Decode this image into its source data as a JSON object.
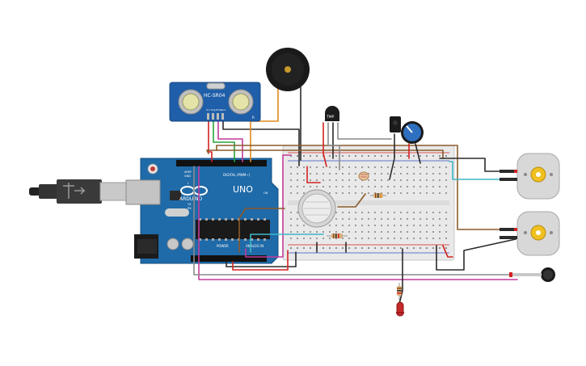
{
  "sensor": {
    "label": "HC-SR04",
    "pin_labels": [
      "Vcc",
      "Trig",
      "Echo",
      "Gnd"
    ],
    "corner_mark": "R"
  },
  "arduino": {
    "logo": "ARDUINO",
    "model": "UNO",
    "digital_label": "DIGITAL (PWM~)",
    "power_label": "POWER",
    "analog_label": "ANALOG IN",
    "aref_label": "AREF",
    "gnd_label": "GND",
    "tx_label": "TX",
    "rx_label": "RX",
    "on_label": "ON",
    "l_label": "L"
  },
  "temp_sensor": {
    "label": "TMP"
  },
  "colors": {
    "wire_red": "#d32222",
    "wire_black": "#2b2b2b",
    "wire_orange": "#e08a1a",
    "wire_green": "#27a33a",
    "wire_magenta": "#c23a9b",
    "wire_cyan": "#3fb6c6",
    "wire_brown": "#8a5a2a",
    "wire_gray": "#8a8a8a",
    "board_blue": "#1f6aa8",
    "breadboard": "#e9e9e9",
    "motor": "#d8d8d8",
    "motor_shaft": "#f0c020"
  }
}
